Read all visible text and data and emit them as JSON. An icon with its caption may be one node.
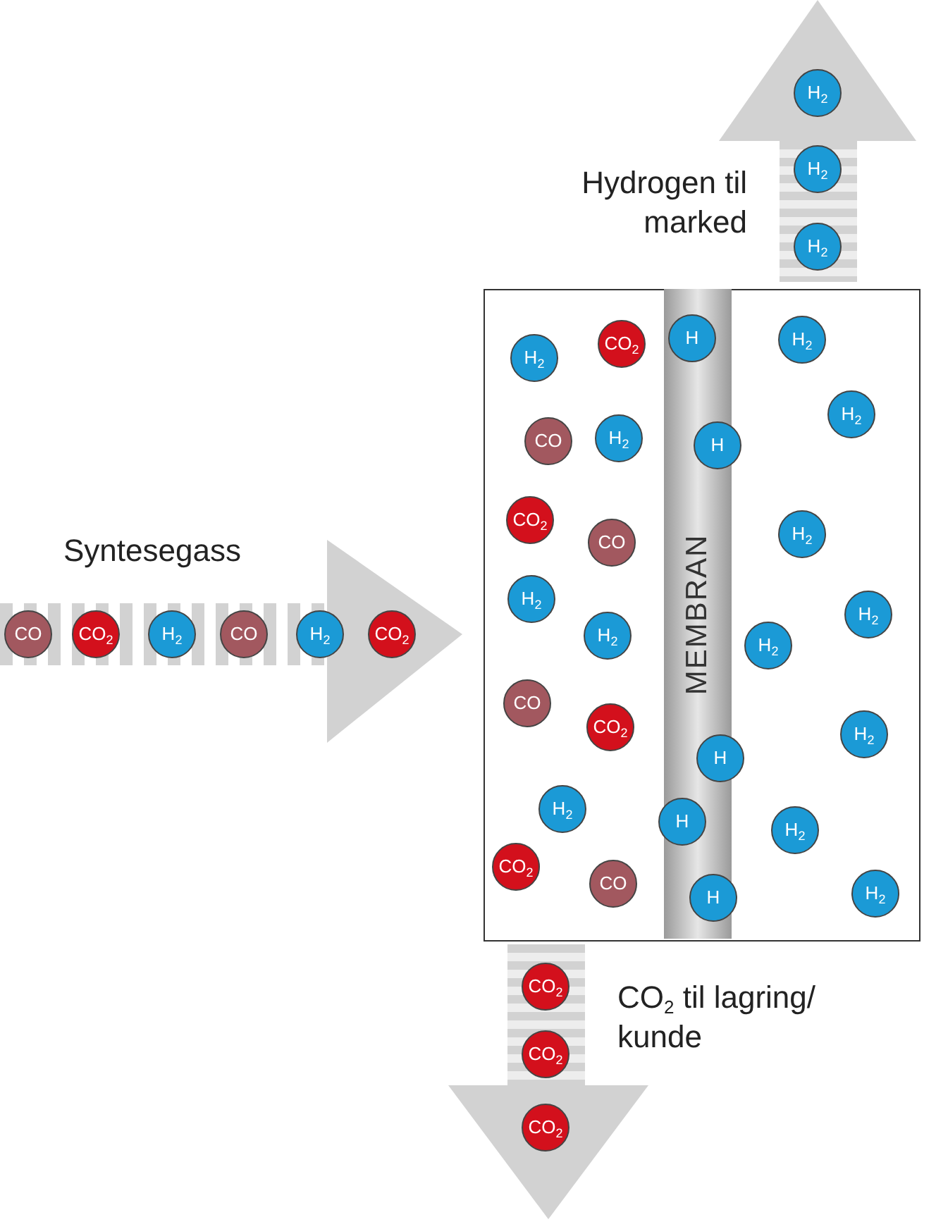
{
  "diagram": {
    "nodes": [
      {
        "text": [
          "Hydrogen til marked"
        ]
      },
      {
        "text": [
          "H$_{2}$"
        ],
        "in": 0
      },
      {
        "text": [
          "H$_{2}$"
        ],
        "in": 0
      },
      {
        "text": [
          "H$_{2}$"
        ],
        "in": 0
      },
      {
        "text": [],
        "shape": "box"
      },
      {
        "text": [
          "MEMBRAN"
        ],
        "in": 4
      },
      {
        "text": [
          "H$_{2}$"
        ],
        "in": 4
      },
      {
        "text": [
          "CO$_{2}$"
        ],
        "in": 4
      },
      {
        "text": [
          "CO"
        ],
        "in": 4
      },
      {
        "text": [
          "H$_{2}$"
        ],
        "in": 4
      },
      {
        "text": [
          "CO$_{2}$"
        ],
        "in": 4
      },
      {
        "text": [
          "CO"
        ],
        "in": 4
      },
      {
        "text": [
          "H$_{2}$"
        ],
        "in": 4
      },
      {
        "text": [
          "H$_{2}$"
        ],
        "in": 4
      },
      {
        "text": [
          "CO"
        ],
        "in": 4
      },
      {
        "text": [
          "CO$_{2}$"
        ],
        "in": 4
      },
      {
        "text": [
          "H$_{2}$"
        ],
        "in": 4
      },
      {
        "text": [
          "CO$_{2}$"
        ],
        "in": 4
      },
      {
        "text": [
          "CO"
        ],
        "in": 4
      },
      {
        "text": [
          "H"
        ],
        "in": 5
      },
      {
        "text": [
          "H"
        ],
        "in": 4
      },
      {
        "text": [
          "H"
        ],
        "in": 4
      },
      {
        "text": [
          "H"
        ],
        "in": 4
      },
      {
        "text": [
          "H"
        ],
        "in": 4
      },
      {
        "text": [
          "H$_{2}$"
        ],
        "in": 4
      },
      {
        "text": [
          "H$_{2}$"
        ],
        "in": 4
      },
      {
        "text": [
          "H$_{2}$"
        ],
        "in": 4
      },
      {
        "text": [
          "H$_{2}$"
        ],
        "in": 4
      },
      {
        "text": [
          "H$_{2}$"
        ],
        "in": 4
      },
      {
        "text": [
          "H$_{2}$"
        ],
        "in": 4
      },
      {
        "text": [
          "H$_{2}$"
        ],
        "in": 4
      },
      {
        "text": [
          "H$_{2}$"
        ],
        "in": 4
      },
      {
        "text": [
          "Syntesegass"
        ]
      },
      {
        "text": [
          "CO"
        ],
        "in": 32
      },
      {
        "text": [
          "CO$_{2}$"
        ],
        "in": 32
      },
      {
        "text": [
          "H$_{2}$"
        ],
        "in": 32
      },
      {
        "text": [
          "CO"
        ],
        "in": 32
      },
      {
        "text": [
          "H$_{2}$"
        ],
        "in": 32
      },
      {
        "text": [
          "CO$_{2}$"
        ],
        "in": 32
      },
      {
        "text": [
          "CO$_{2}$ til lagring/ kunde"
        ]
      },
      {
        "text": [
          "CO$_{2}$"
        ],
        "in": 39
      },
      {
        "text": [
          "CO$_{2}$"
        ],
        "in": 39
      },
      {
        "text": [
          "CO$_{2}$"
        ],
        "in": 39
      }
    ]
  }
}
